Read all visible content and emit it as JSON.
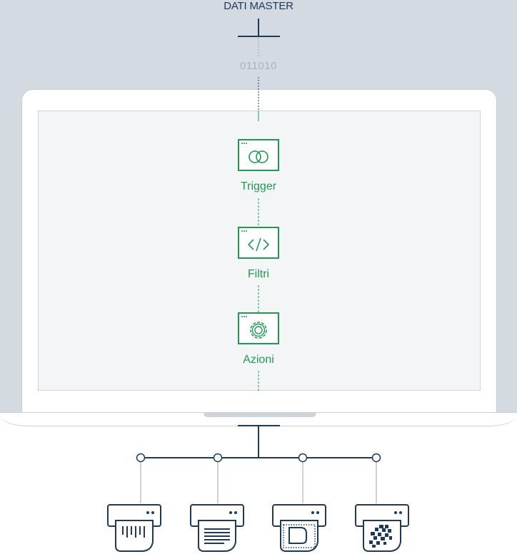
{
  "header": {
    "title": "DATI MASTER"
  },
  "data_stream": {
    "text": "011010"
  },
  "steps": [
    {
      "label": "Trigger",
      "icon": "linked-rings-icon"
    },
    {
      "label": "Filtri",
      "icon": "code-brackets-icon"
    },
    {
      "label": "Azioni",
      "icon": "gear-icon"
    }
  ],
  "outputs": [
    {
      "icon": "label-printer-icon"
    },
    {
      "icon": "document-printer-icon"
    },
    {
      "icon": "tag-printer-icon"
    },
    {
      "icon": "qr-code-printer-icon"
    }
  ],
  "colors": {
    "accent": "#1e9b50",
    "navy": "#1d3a5a",
    "background": "#d3dae2",
    "muted": "#a9b3be"
  }
}
